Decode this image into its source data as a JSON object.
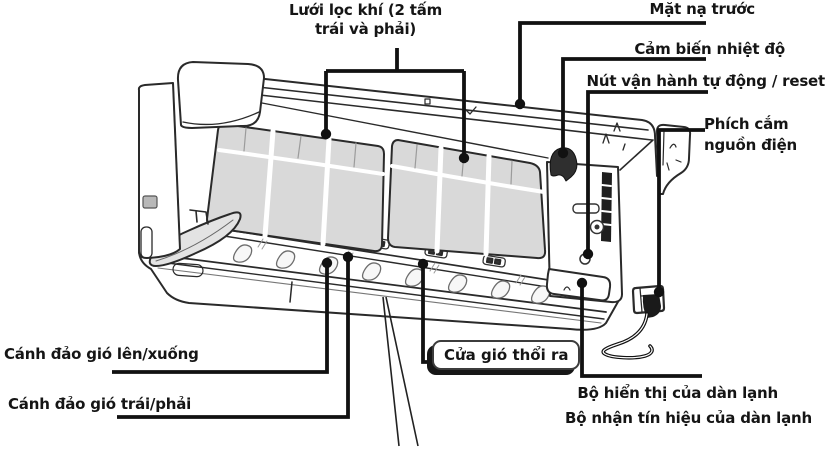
{
  "figure": {
    "background_color": "#ffffff",
    "line_color": "#222222",
    "leader_color": "#111111",
    "filter_fill_color": "#d9d9d9"
  },
  "labels": {
    "air_filter_line1": "Lưới lọc khí (2 tấm",
    "air_filter_line2": "trái và phải)",
    "front_panel": "Mặt nạ trước",
    "temperature_sensor": "Cảm biến nhiệt độ",
    "auto_reset_button": "Nút vận hành tự động / reset",
    "power_plug_line1": "Phích cắm",
    "power_plug_line2": "nguồn điện",
    "louver_up_down": "Cánh đảo gió lên/xuống",
    "louver_left_right": "Cánh đảo gió trái/phải",
    "air_outlet": "Cửa gió thổi ra",
    "indoor_display": "Bộ hiển thị của dàn lạnh",
    "signal_receiver": "Bộ nhận tín hiệu của dàn lạnh"
  }
}
